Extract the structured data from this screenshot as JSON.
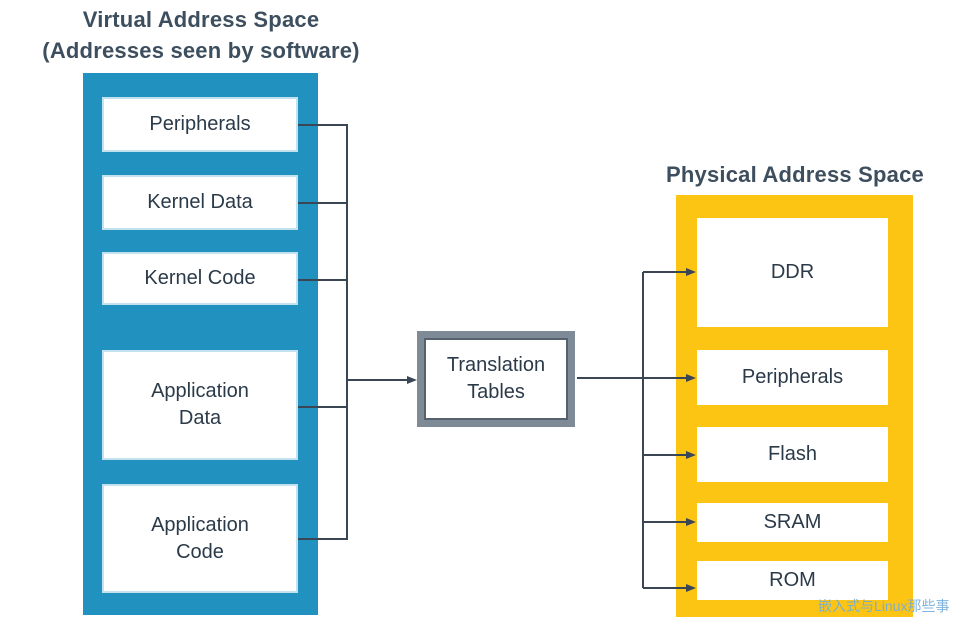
{
  "colors": {
    "virtual-bg": "#2191BF",
    "physical-bg": "#FCC513",
    "line": "#3A4654",
    "tt-frame": "#7E8B96",
    "tt-inner-border": "#55616D",
    "title-text": "#3D4E5E",
    "label-text": "#2B3A49",
    "box-border-blue": "#C3E2F0",
    "watermark": "#74ACDB"
  },
  "virtual_space": {
    "title": "Virtual Address Space",
    "subtitle": "(Addresses seen by software)",
    "blocks": [
      {
        "label": "Peripherals"
      },
      {
        "label": "Kernel Data"
      },
      {
        "label": "Kernel Code"
      },
      {
        "label": "Application\nData"
      },
      {
        "label": "Application\nCode"
      }
    ]
  },
  "translation": {
    "label": "Translation\nTables"
  },
  "physical_space": {
    "title": "Physical Address Space",
    "blocks": [
      {
        "label": "DDR"
      },
      {
        "label": "Peripherals"
      },
      {
        "label": "Flash"
      },
      {
        "label": "SRAM"
      },
      {
        "label": "ROM"
      }
    ]
  },
  "watermark": {
    "text": "嵌入式与Linux那些事"
  }
}
